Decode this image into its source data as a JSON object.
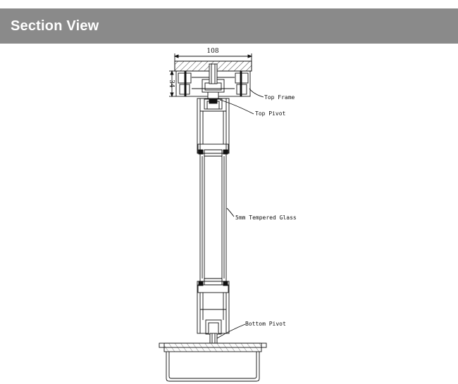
{
  "header": {
    "title": "Section View",
    "background": "#8a8a8a"
  },
  "dimensions": {
    "width": "108",
    "height": "34"
  },
  "callouts": {
    "top_frame": "Top Frame",
    "top_pivot": "Top Pivot",
    "glass": "5mm Tempered Glass",
    "bottom_pivot": "Bottom Pivot"
  }
}
